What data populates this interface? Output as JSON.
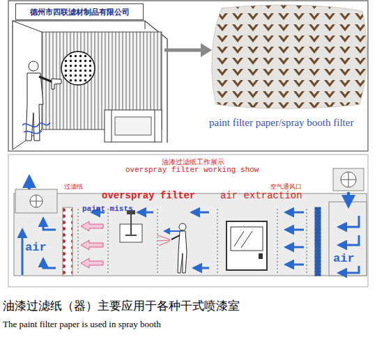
{
  "diagram": {
    "caption": "油漆过滤纸（器）主要应用于各种干式喷漆室",
    "nodes": [
      {
        "text": [
          "德州市四联滤材制品有限公司"
        ]
      }
    ],
    "labels": [
      "paint filter paper/spray booth filter",
      "油漆过滤纸工作展示",
      "overspray filter working show",
      "过滤纸",
      "overspray filter",
      "paint mists",
      "空气通风口",
      "air extraction",
      "air",
      "air",
      "The paint filter paper is used in spray booth"
    ]
  }
}
